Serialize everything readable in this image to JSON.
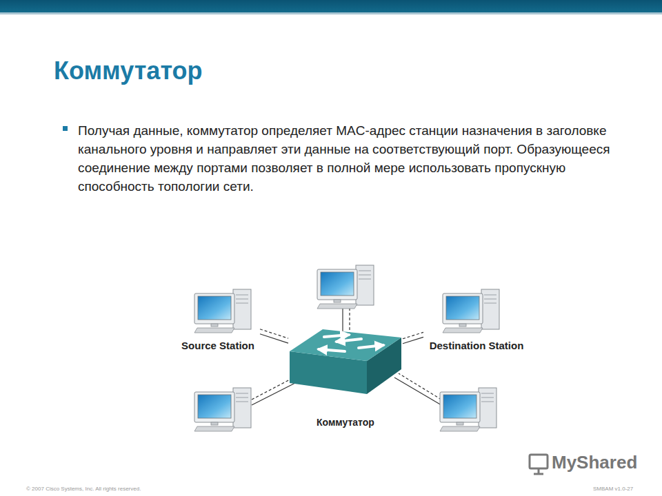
{
  "diagram": {
    "title": "Коммутатор",
    "nodes": [
      {
        "text": [
          "Source Station"
        ]
      },
      {
        "text": [
          "Destination Station"
        ]
      },
      {
        "text": [
          "Коммутатор"
        ]
      }
    ],
    "edges": [
      {
        "from": 0,
        "to": 2,
        "arrow": "none"
      },
      {
        "from": 2,
        "to": 1,
        "arrow": "none"
      }
    ],
    "labels": [
      "Получая данные, коммутатор определяет MAC-адрес станции назначения в заголовке канального уровня и направляет эти данные на соответствующий порт. Образующееся соединение между портами позволяет в полной мере использовать пропускную способность топологии сети.",
      "© 2007 Cisco Systems, Inc. All rights reserved.",
      "SMBAM v1.0-27",
      "MyShared"
    ]
  }
}
